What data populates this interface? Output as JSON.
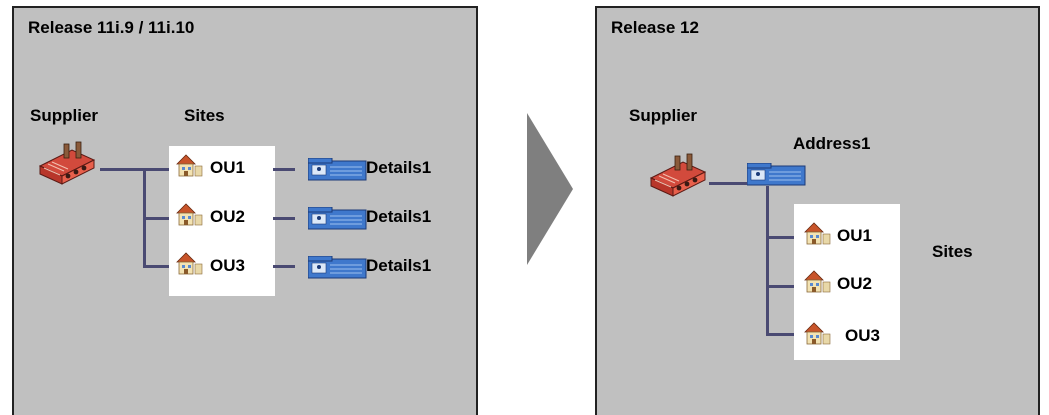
{
  "left": {
    "title": "Release 11i.9 / 11i.10",
    "supplier_label": "Supplier",
    "sites_label": "Sites",
    "sites": [
      "OU1",
      "OU2",
      "OU3"
    ],
    "details": [
      "Details1",
      "Details1",
      "Details1"
    ]
  },
  "right": {
    "title": "Release 12",
    "supplier_label": "Supplier",
    "address_label": "Address1",
    "sites_label": "Sites",
    "sites": [
      "OU1",
      "OU2",
      "OU3"
    ]
  },
  "colors": {
    "panel_bg": "#c0c0c0",
    "connector": "#4a4a72",
    "arrow": "#7f7f7f"
  },
  "icons": {
    "supplier": "factory-icon",
    "site": "house-icon",
    "details": "address-card-icon"
  }
}
